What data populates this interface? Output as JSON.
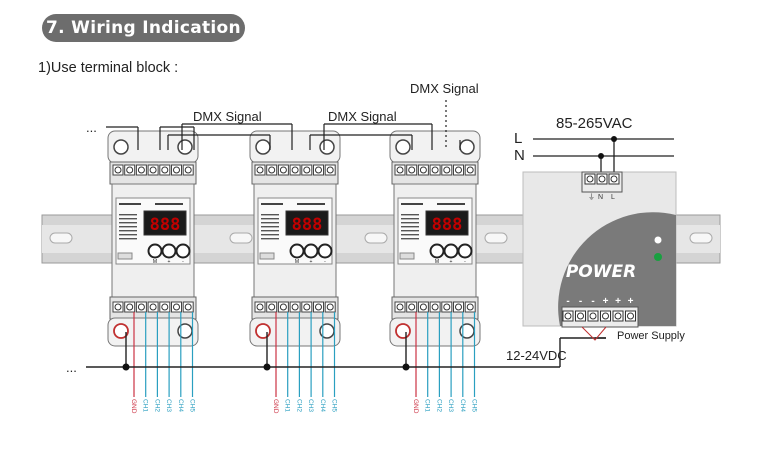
{
  "heading": "7. Wiring Indication",
  "subheading": "1)Use terminal block :",
  "labels": {
    "ellipsis": "...",
    "dmx_signal": "DMX Signal",
    "voltage_ac": "85-265VAC",
    "line_l": "L",
    "line_n": "N",
    "power_word": "POWER",
    "power_supply": "Power Supply",
    "voltage_dc": "12-24VDC",
    "terminal_plus": "+",
    "terminal_minus": "-",
    "terminal_ground": "⏚",
    "terminal_n": "N",
    "terminal_l": "L"
  },
  "decoder": {
    "display": "888",
    "output_wires": [
      "GND",
      "CH1",
      "CH2",
      "CH3",
      "CH4",
      "CH5"
    ],
    "buttons": [
      "M",
      "+",
      "-"
    ]
  },
  "colors": {
    "heading_bg": "#6d6d6d",
    "rail": "#d4d4d4",
    "device": "#f2f2f2",
    "display": "#c00000",
    "gnd_wire": "#cc3344",
    "ch_wire": "#2a9fc0",
    "status_dot": "#18a040"
  }
}
